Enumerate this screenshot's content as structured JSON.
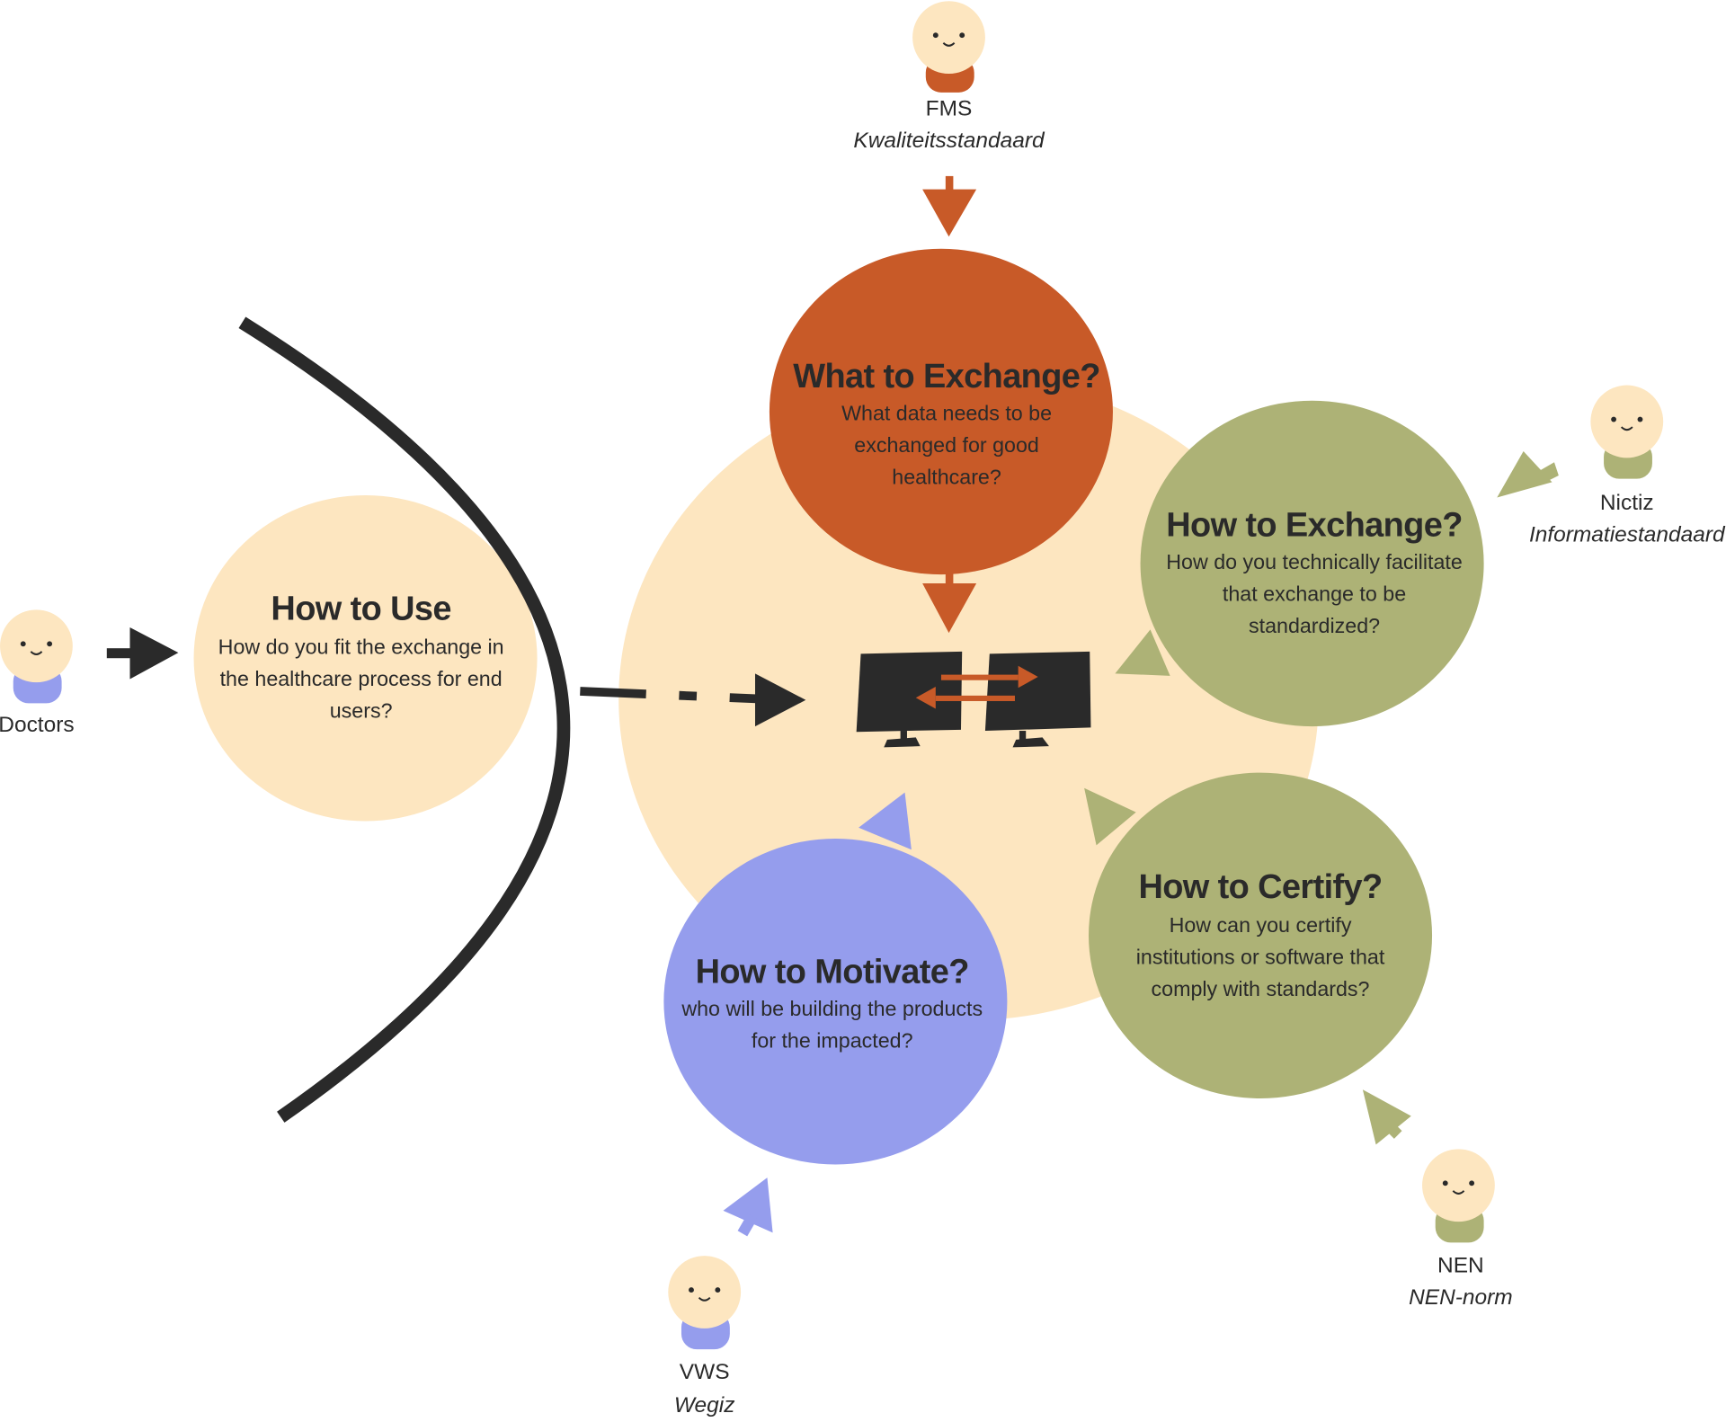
{
  "colors": {
    "cream": "#fde6c0",
    "orange": "#c85a28",
    "green": "#adb276",
    "purple": "#959ded",
    "dark": "#2a2a2a"
  },
  "center": {
    "icon": "two-monitors-exchange-icon"
  },
  "bubbles": {
    "what": {
      "title": "What to Exchange?",
      "lines": [
        "What data needs to be",
        "exchanged for good",
        "healthcare?"
      ]
    },
    "how_exchange": {
      "title": "How to Exchange?",
      "lines": [
        "How do you technically facilitate",
        "that exchange to be",
        "standardized?"
      ]
    },
    "certify": {
      "title": "How to Certify?",
      "lines": [
        "How can you certify",
        "institutions or software that",
        "comply with standards?"
      ]
    },
    "motivate": {
      "title": "How to Motivate?",
      "lines": [
        "who will be building the products",
        "for the impacted?"
      ]
    },
    "use": {
      "title": "How to Use",
      "lines": [
        "How do you fit the exchange in",
        "the healthcare process for end",
        "users?"
      ]
    }
  },
  "actors": {
    "fms": {
      "name": "FMS",
      "standard": "Kwaliteitsstandaard"
    },
    "nictiz": {
      "name": "Nictiz",
      "standard": "Informatiestandaard"
    },
    "doctors": {
      "name": "Doctors"
    },
    "vws": {
      "name": "VWS",
      "standard": "Wegiz"
    },
    "nen": {
      "name": "NEN",
      "standard": "NEN-norm"
    }
  }
}
